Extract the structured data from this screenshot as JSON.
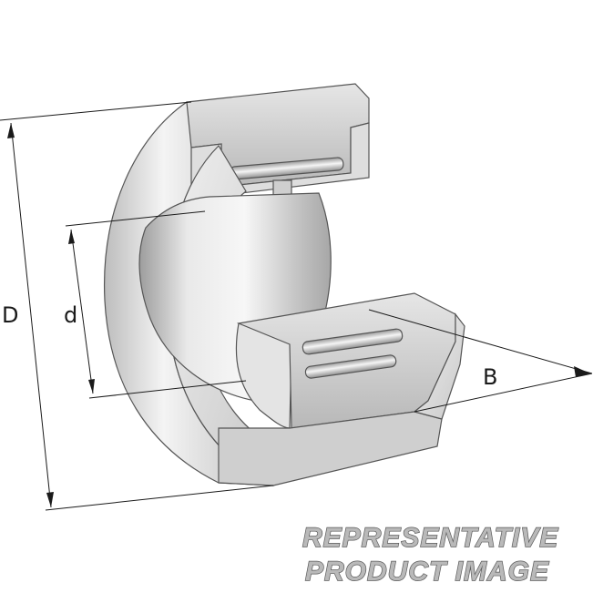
{
  "diagram": {
    "dimensions": {
      "outer_diameter": "D",
      "bore_diameter": "d",
      "width": "B"
    },
    "watermark": {
      "line1": "REPRESENTATIVE",
      "line2": "PRODUCT IMAGE"
    },
    "colors": {
      "steel_light": "#f2f2f2",
      "steel_mid": "#cfcfcf",
      "steel_dark": "#8e8e8e",
      "outline": "#555555",
      "dimension_line": "#1a1a1a"
    }
  }
}
